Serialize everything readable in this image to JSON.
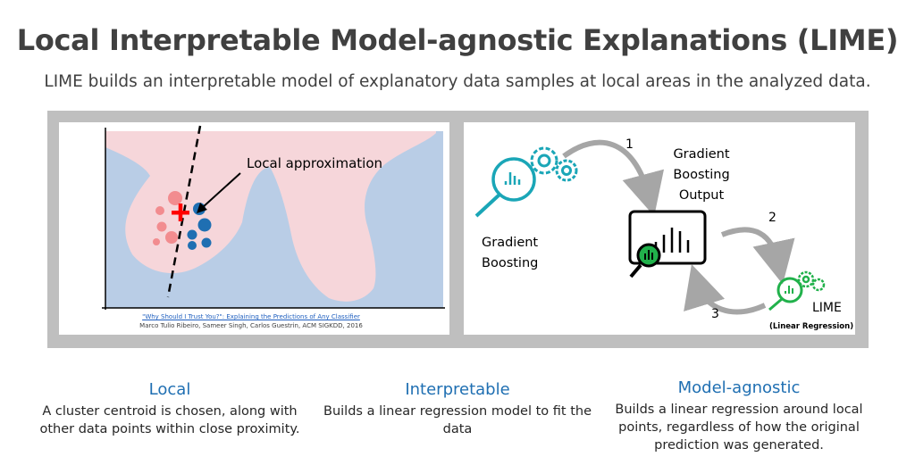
{
  "header": {
    "title": "Local Interpretable Model-agnostic Explanations (LIME)",
    "subtitle": "LIME builds an interpretable model of explanatory data samples at local areas in the analyzed data."
  },
  "left_panel": {
    "annotation": "Local approximation",
    "citation_title": "\"Why Should I Trust You?\": Explaining the Predictions of Any Classifier",
    "citation_authors": "Marco Tulio Ribeiro, Sameer Singh, Carlos Guestrin, ACM SIGKDD, 2016",
    "colors": {
      "region_blue": "#b9cde6",
      "region_pink": "#f6d6da",
      "point_red": "#f28c8f",
      "point_blue": "#1f6fb2",
      "cross": "#ff0000"
    }
  },
  "right_panel": {
    "source_label_line1": "Gradient",
    "source_label_line2": "Boosting",
    "output_label_line1": "Gradient",
    "output_label_line2": "Boosting",
    "output_label_line3": "Output",
    "target_label": "LIME",
    "target_sublabel": "(Linear Regression)",
    "steps": [
      "1",
      "2",
      "3"
    ],
    "icons": [
      "gears-magnifier-icon",
      "chart-magnifier-icon",
      "gears-magnifier-small-icon"
    ],
    "colors": {
      "teal": "#1aa6b7",
      "green": "#21b14b",
      "arrow_gray": "#a6a6a6"
    }
  },
  "features": [
    {
      "title": "Local",
      "description": "A cluster centroid is chosen, along with other data points within close proximity."
    },
    {
      "title": "Interpretable",
      "description": "Builds a linear regression model to fit the data"
    },
    {
      "title": "Model-agnostic",
      "description": "Builds a linear regression around local points, regardless of how the original prediction was generated."
    }
  ]
}
